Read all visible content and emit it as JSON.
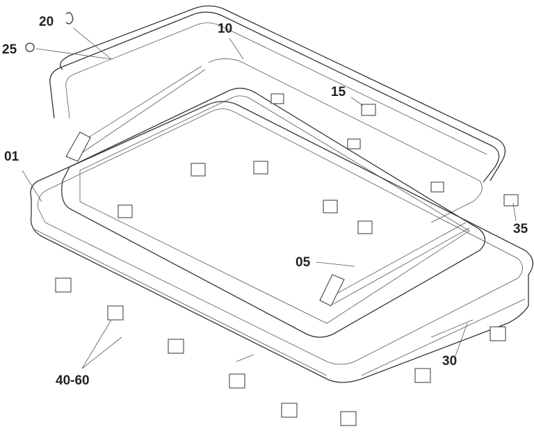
{
  "diagram": {
    "type": "exploded-parts-view",
    "callouts": [
      {
        "id": "20",
        "label": "20"
      },
      {
        "id": "25",
        "label": "25"
      },
      {
        "id": "10",
        "label": "10"
      },
      {
        "id": "15",
        "label": "15"
      },
      {
        "id": "01",
        "label": "01"
      },
      {
        "id": "35",
        "label": "35"
      },
      {
        "id": "05",
        "label": "05"
      },
      {
        "id": "30",
        "label": "30"
      },
      {
        "id": "40-60",
        "label": "40-60"
      }
    ]
  }
}
